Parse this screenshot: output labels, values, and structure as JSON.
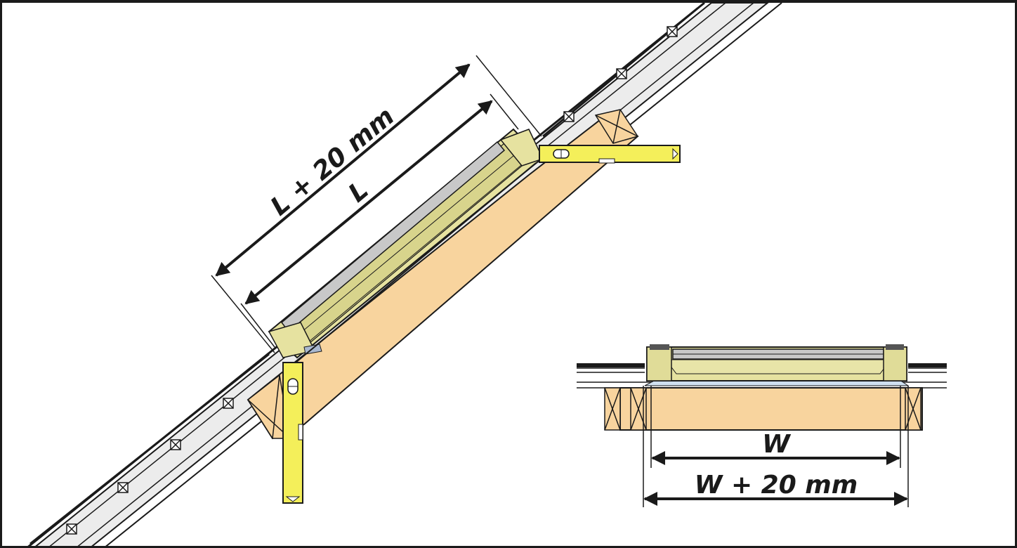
{
  "labels": {
    "length_inner": "L",
    "length_outer": "L + 20 mm",
    "width_inner": "W",
    "width_outer": "W + 20 mm"
  },
  "colors": {
    "timber": "#f8d49e",
    "frame": "#e6e2a0",
    "spirit_level": "#f4ef5a",
    "glass": "#c8c8c8",
    "roof_board": "#ececec",
    "line": "#1a1a1a"
  },
  "icons": [
    "spirit-level-icon",
    "window-frame-icon",
    "roof-section-icon"
  ]
}
